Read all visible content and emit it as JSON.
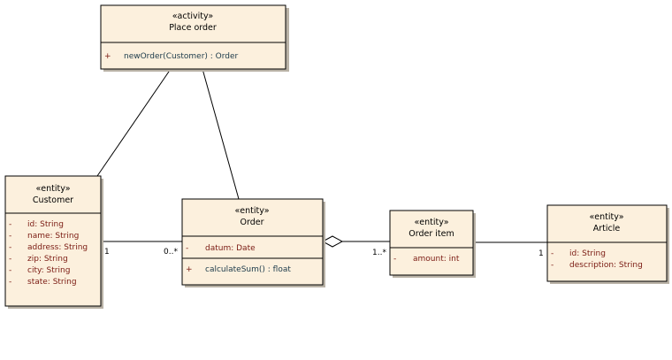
{
  "classes": {
    "place_order": {
      "stereotype": "«activity»",
      "name": "Place order",
      "attributes": [],
      "operations": [
        {
          "vis": "+",
          "text": "newOrder(Customer) : Order"
        }
      ]
    },
    "customer": {
      "stereotype": "«entity»",
      "name": "Customer",
      "attributes": [
        {
          "vis": "-",
          "text": "id:  String"
        },
        {
          "vis": "-",
          "text": "name:  String"
        },
        {
          "vis": "-",
          "text": "address:  String"
        },
        {
          "vis": "-",
          "text": "zip:  String"
        },
        {
          "vis": "-",
          "text": "city:  String"
        },
        {
          "vis": "-",
          "text": "state:  String"
        }
      ],
      "operations": []
    },
    "order": {
      "stereotype": "«entity»",
      "name": "Order",
      "attributes": [
        {
          "vis": "-",
          "text": "datum:  Date"
        }
      ],
      "operations": [
        {
          "vis": "+",
          "text": "calculateSum() : float"
        }
      ]
    },
    "order_item": {
      "stereotype": "«entity»",
      "name": "Order item",
      "attributes": [
        {
          "vis": "-",
          "text": "amount:  int"
        }
      ],
      "operations": []
    },
    "article": {
      "stereotype": "«entity»",
      "name": "Article",
      "attributes": [
        {
          "vis": "-",
          "text": "id:  String"
        },
        {
          "vis": "-",
          "text": "description:  String"
        }
      ],
      "operations": []
    }
  },
  "associations": {
    "customer_order": {
      "from": "customer",
      "to": "order",
      "from_mult": "1",
      "to_mult": "0..*"
    },
    "order_orderitem": {
      "from": "order",
      "to": "order_item",
      "kind": "aggregation",
      "to_mult": "1..*"
    },
    "orderitem_article": {
      "from": "order_item",
      "to": "article",
      "to_mult": "1"
    },
    "placeorder_customer": {
      "from": "place_order",
      "to": "customer"
    },
    "placeorder_order": {
      "from": "place_order",
      "to": "order"
    }
  }
}
